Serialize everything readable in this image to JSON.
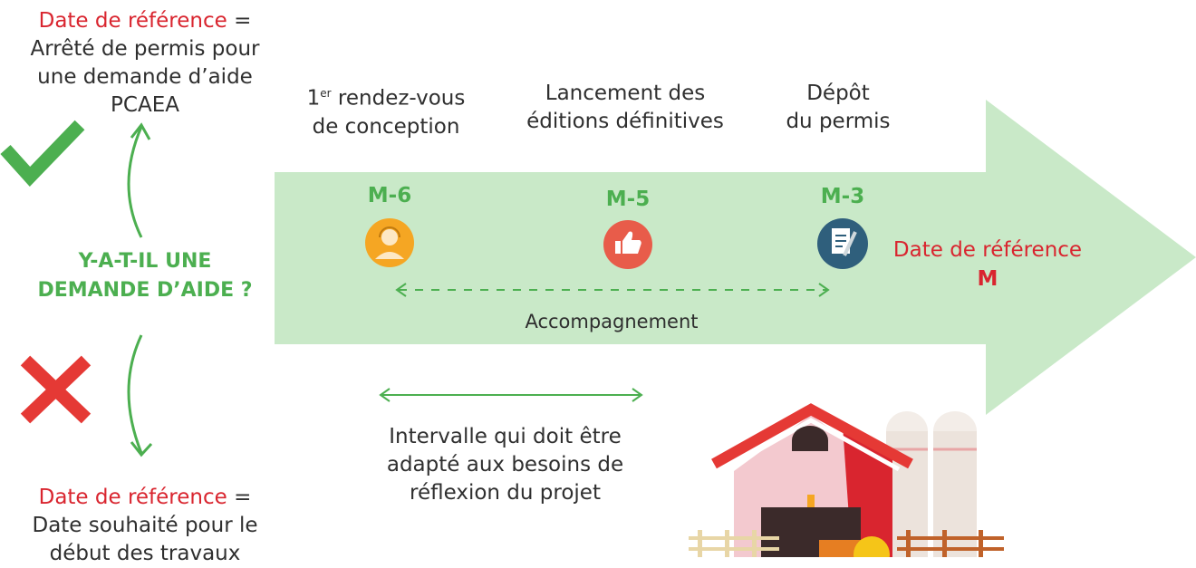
{
  "top_definition": {
    "label": "Date de référence",
    "equals": " =",
    "lines": [
      "Arrêté de permis pour",
      "une demande d’aide",
      "PCAEA"
    ]
  },
  "question": {
    "line1": "Y-A-T-IL UNE",
    "line2": "DEMANDE D’AIDE ?"
  },
  "bottom_definition": {
    "label": "Date de référence",
    "equals": " =",
    "lines": [
      "Date souhaité pour le",
      "début des travaux"
    ]
  },
  "milestones": [
    {
      "code": "M-6",
      "title_html_prefix": "1",
      "title_sup": "er",
      "title_rest": " rendez-vous",
      "title_line2": "de conception",
      "icon": "person-headset-icon"
    },
    {
      "code": "M-5",
      "title_line1": "Lancement des",
      "title_line2": "éditions définitives",
      "icon": "thumbs-up-icon"
    },
    {
      "code": "M-3",
      "title_line1": "Dépôt",
      "title_line2": "du permis",
      "icon": "document-pen-icon"
    }
  ],
  "reference": {
    "label": "Date de référence",
    "code": "M"
  },
  "accompagnement": "Accompagnement",
  "interval_text": [
    "Intervalle qui doit être",
    "adapté aux besoins de",
    "réflexion du projet"
  ],
  "colors": {
    "arrow": "#c9e9c8",
    "green": "#4caf50",
    "red": "#d9252f",
    "text": "#2f2f2f"
  }
}
